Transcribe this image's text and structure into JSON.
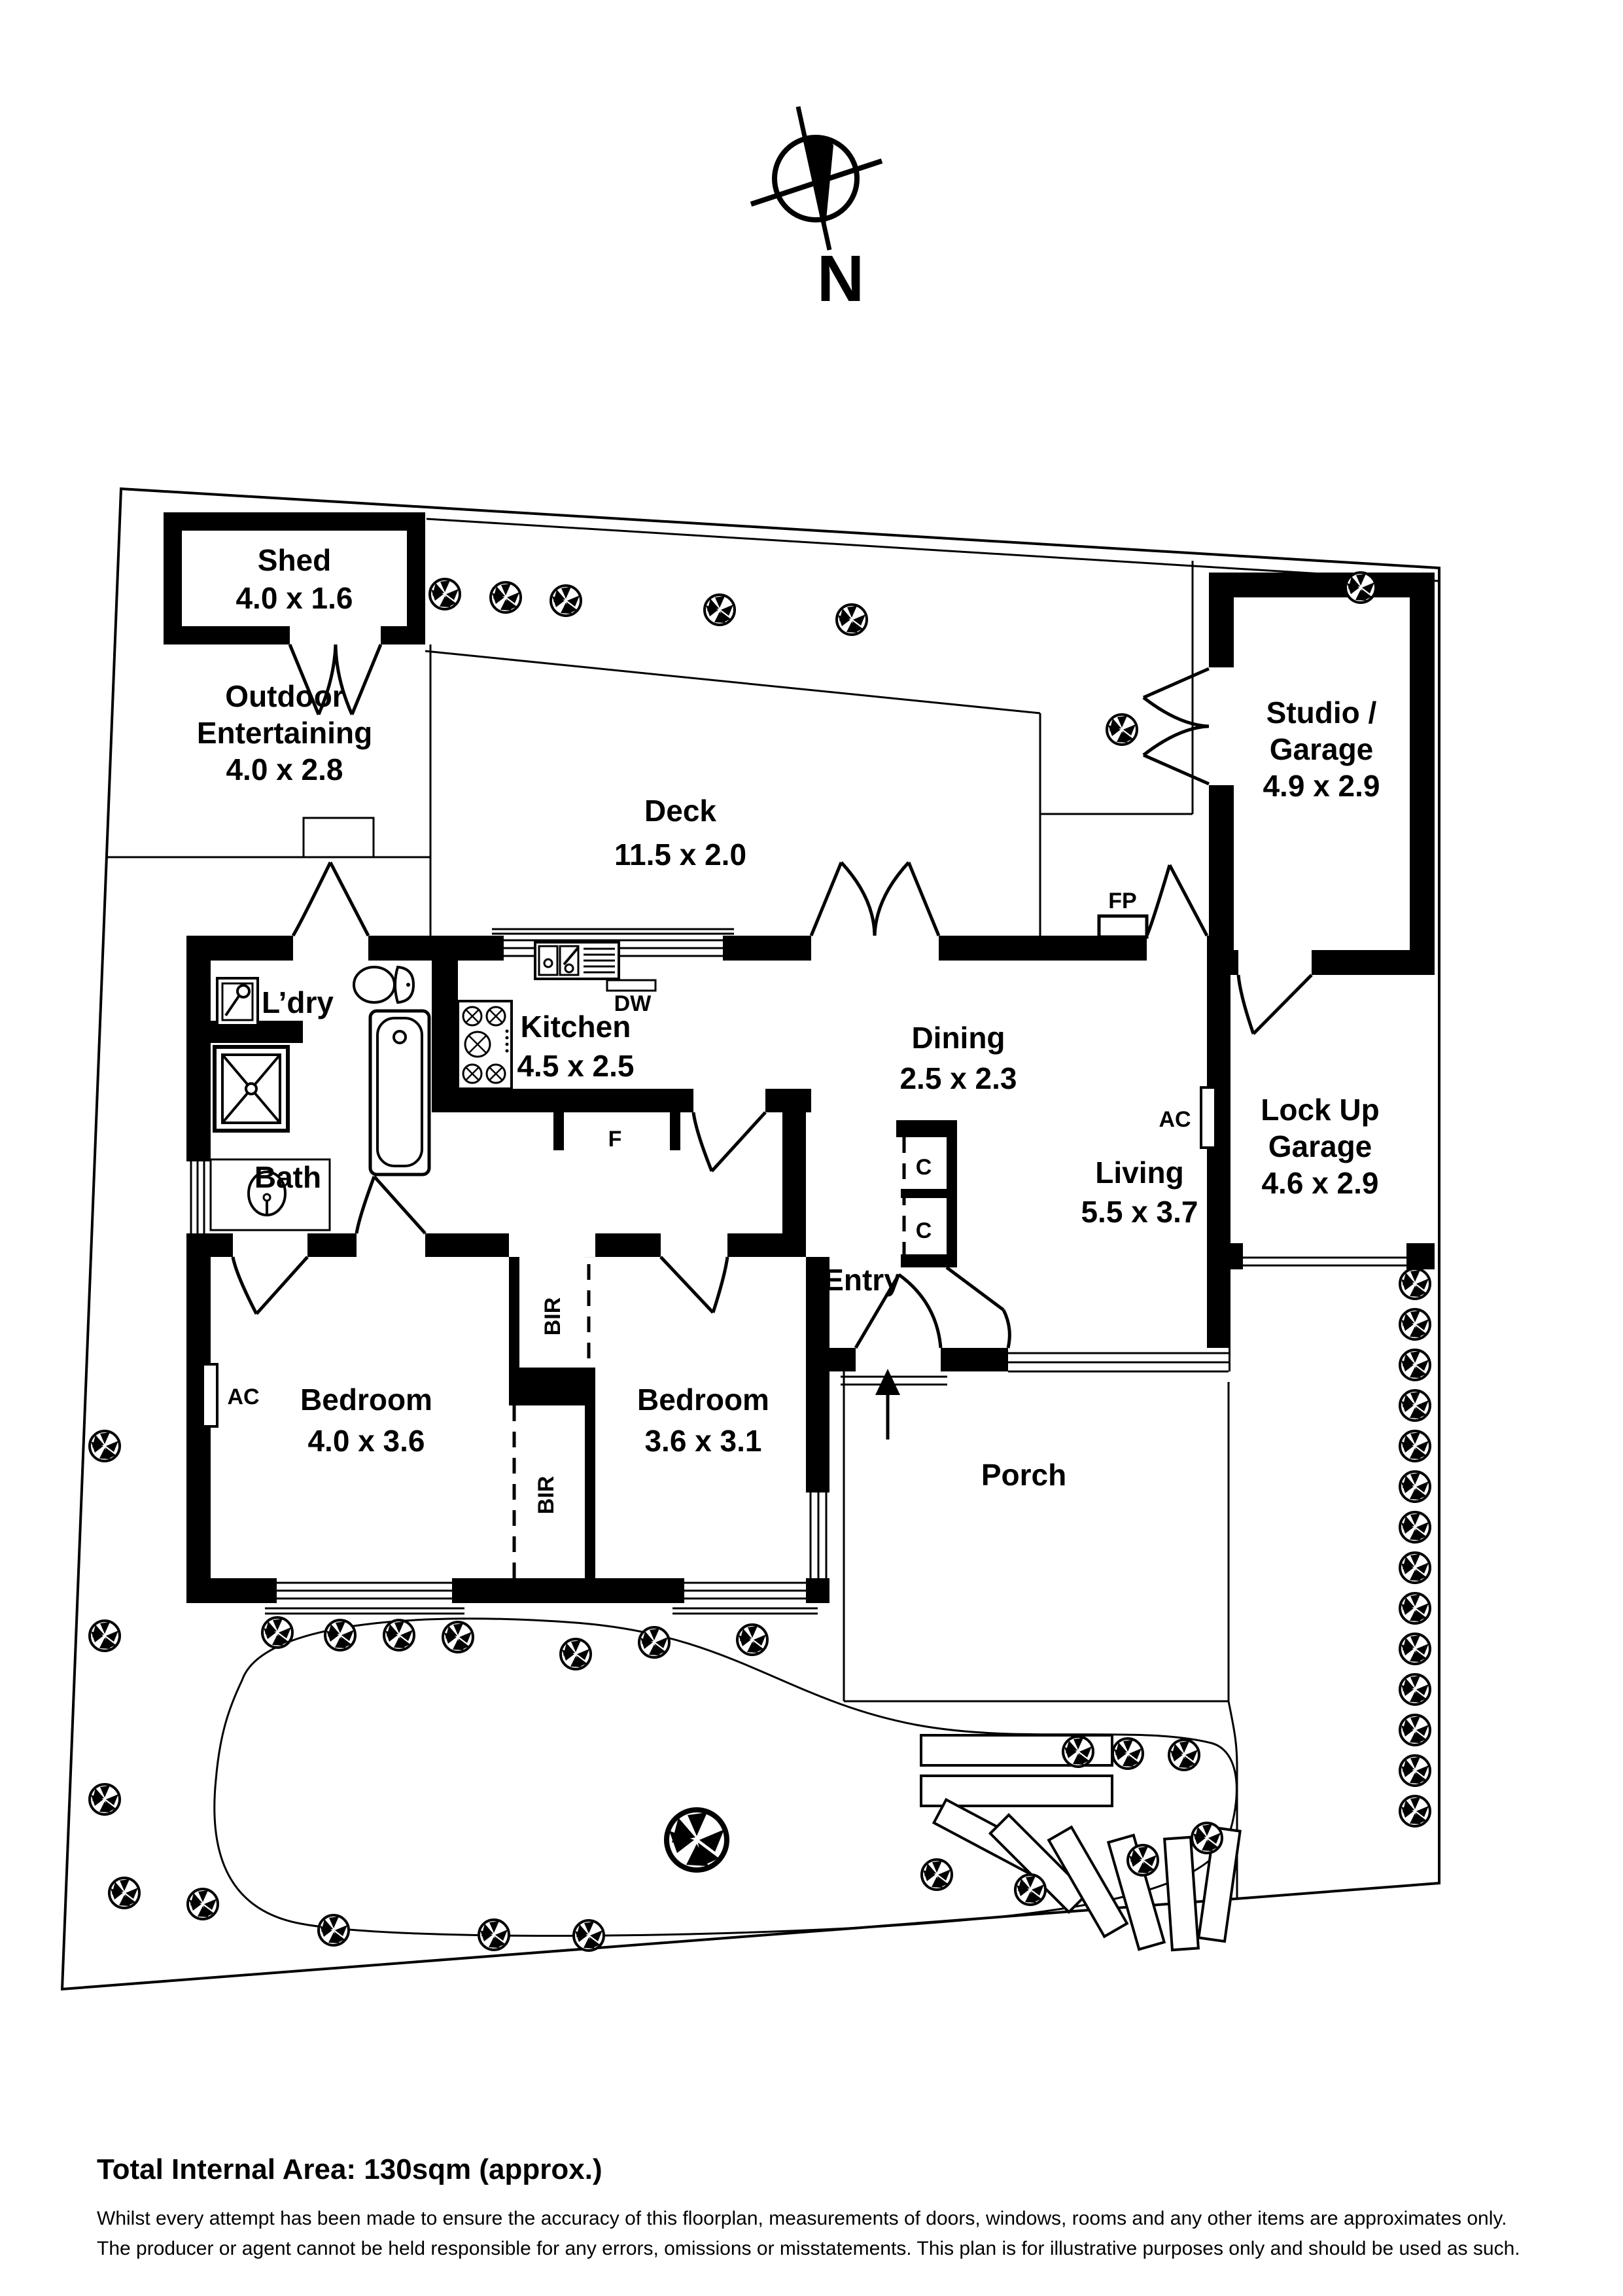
{
  "compass": {
    "north_label": "N"
  },
  "rooms": {
    "shed": {
      "label": "Shed",
      "dims": "4.0 x 1.6"
    },
    "outdoor": {
      "line1": "Outdoor",
      "line2": "Entertaining",
      "dims": "4.0 x 2.8"
    },
    "deck": {
      "label": "Deck",
      "dims": "11.5 x 2.0"
    },
    "studio": {
      "line1": "Studio /",
      "line2": "Garage",
      "dims": "4.9 x 2.9"
    },
    "ldry": {
      "label": "L’dry"
    },
    "kitchen": {
      "label": "Kitchen",
      "dims": "4.5 x 2.5"
    },
    "dining": {
      "label": "Dining",
      "dims": "2.5 x 2.3"
    },
    "bath": {
      "label": "Bath"
    },
    "living": {
      "label": "Living",
      "dims": "5.5 x 3.7"
    },
    "lockup": {
      "line1": "Lock Up",
      "line2": "Garage",
      "dims": "4.6 x 2.9"
    },
    "bedroom1": {
      "label": "Bedroom",
      "dims": "4.0 x 3.6"
    },
    "bedroom2": {
      "label": "Bedroom",
      "dims": "3.6 x 3.1"
    },
    "entry": {
      "label": "Entry"
    },
    "porch": {
      "label": "Porch"
    }
  },
  "fixtures": {
    "fireplace": "FP",
    "aircon": "AC",
    "dishwasher": "DW",
    "fridge": "F",
    "closet": "C",
    "robe": "BIR"
  },
  "footer": {
    "area": "Total Internal Area: 130sqm (approx.)",
    "disclaimer1": "Whilst every attempt has been made to ensure the accuracy of this floorplan, measurements of doors, windows, rooms and any other items are approximates only.",
    "disclaimer2": "The producer or agent cannot be held responsible for any errors, omissions or misstatements. This plan is for illustrative purposes only and should be used as such."
  },
  "colors": {
    "ink": "#000000",
    "paper": "#ffffff"
  }
}
